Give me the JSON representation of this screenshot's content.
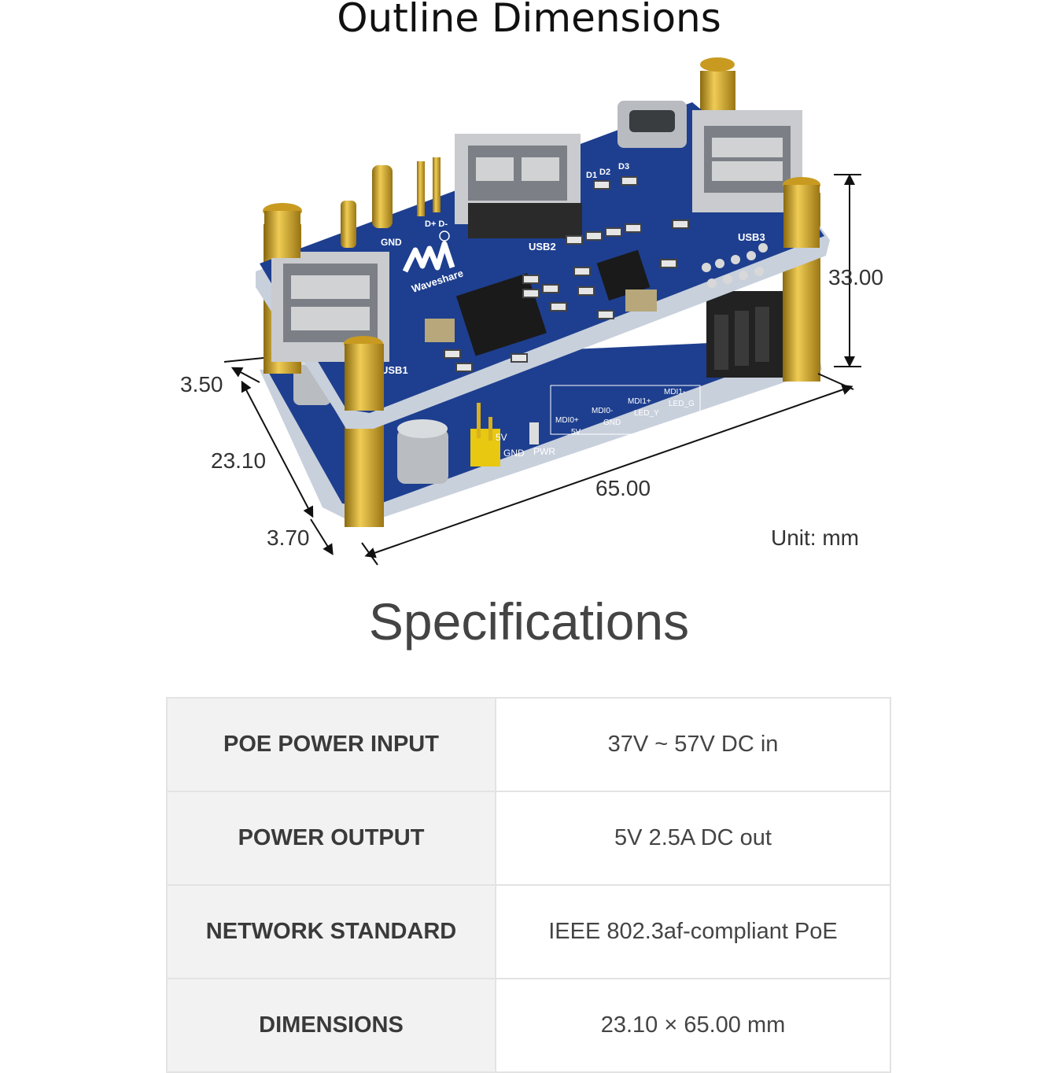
{
  "header": {
    "title": "Outline Dimensions"
  },
  "board": {
    "brand": "Waveshare",
    "labels": {
      "usb1": "USB1",
      "usb2": "USB2",
      "usb3": "USB3",
      "gnd": "GND",
      "dp_dm": "D+ D-",
      "d1": "D1",
      "d2": "D2",
      "d3": "D3",
      "pwr": "PWR",
      "five_v": "5V",
      "gnd2": "GND",
      "header_row1": [
        "MDI0+",
        "MDI0-",
        "MDI1+",
        "MDI1-"
      ],
      "header_row2": [
        "5V",
        "GND",
        "LED_Y",
        "LED_G"
      ]
    }
  },
  "dimensions": {
    "height": "33.00",
    "top_offset": "3.50",
    "width": "23.10",
    "bottom_offset": "3.70",
    "length": "65.00",
    "unit": "Unit: mm"
  },
  "specs": {
    "title": "Specifications",
    "rows": [
      {
        "key": "POE POWER INPUT",
        "value": "37V ~ 57V DC in"
      },
      {
        "key": "POWER OUTPUT",
        "value": "5V 2.5A DC out"
      },
      {
        "key": "NETWORK STANDARD",
        "value": "IEEE 802.3af-compliant PoE"
      },
      {
        "key": "DIMENSIONS",
        "value": "23.10 × 65.00 mm"
      }
    ]
  },
  "colors": {
    "pcb": "#1e3f8f",
    "pcb_edge": "#c8d0dc",
    "brass": "#d4a626"
  }
}
